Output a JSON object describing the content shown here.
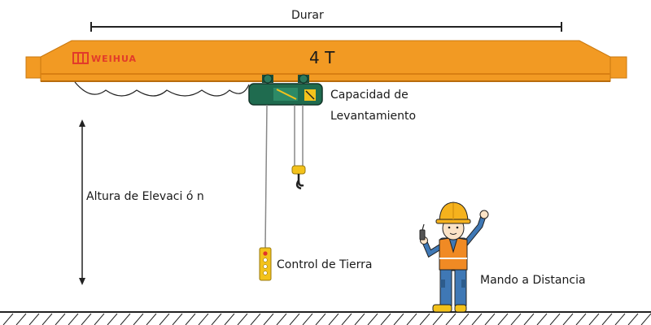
{
  "labels": {
    "span": "Durar",
    "capacity": "4 T",
    "brand": "WEIHUA",
    "lifting_capacity_line1": "Capacidad de",
    "lifting_capacity_line2": "Levantamiento",
    "lifting_height": "Altura de Elevaci ó n",
    "ground_control": "Control de Tierra",
    "remote_control": "Mando a Distancia"
  },
  "colors": {
    "beam": "#f29a23",
    "beam_dark": "#d97f12",
    "hoist": "#1f6b4f",
    "hook": "#f3c21b",
    "pendant": "#f3c21b",
    "pendant_red": "#e2332a",
    "worker_vest": "#f08a24",
    "worker_pants": "#3f78b5",
    "helmet": "#f5b21d"
  },
  "icons": [
    "weihua-logo-icon",
    "hook-icon",
    "pendant-control-icon",
    "worker-icon",
    "remote-control-icon"
  ]
}
